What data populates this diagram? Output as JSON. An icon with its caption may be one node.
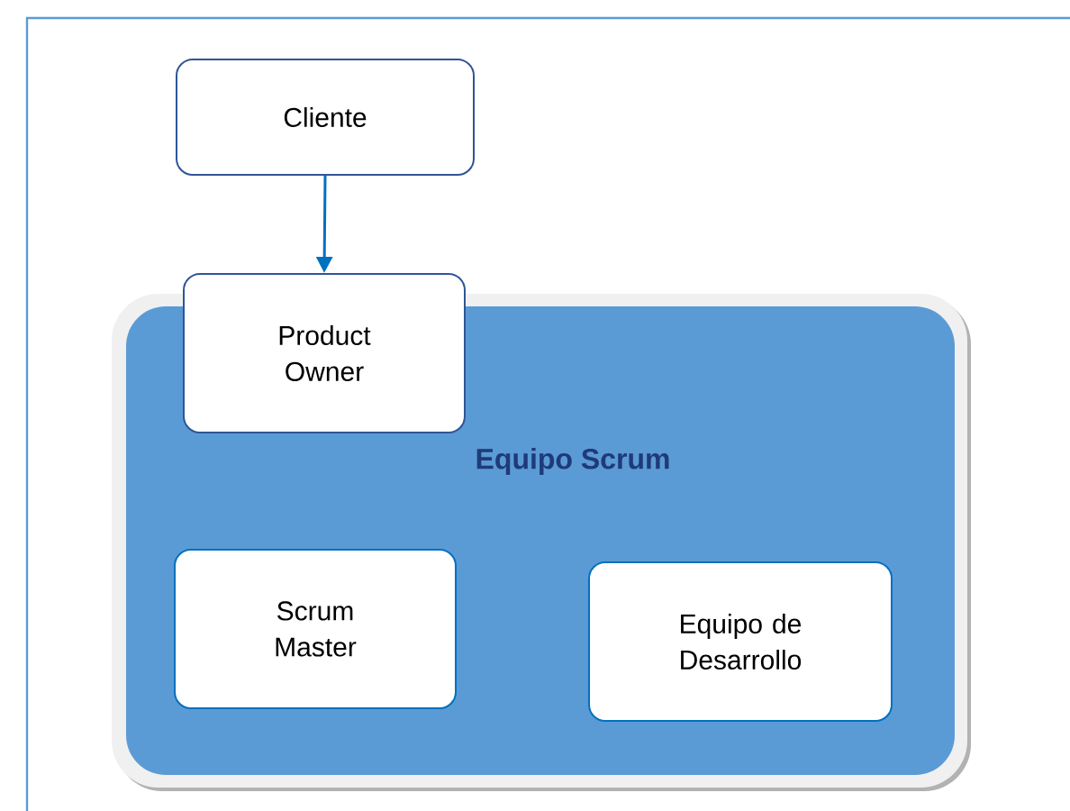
{
  "diagram": {
    "nodes": [
      {
        "text": [
          "Cliente"
        ]
      },
      {
        "text": [
          "Product Owner"
        ]
      },
      {
        "text": [
          "Equipo Scrum"
        ]
      },
      {
        "text": [
          "Scrum Master"
        ],
        "in": 2
      },
      {
        "text": [
          "Equipo de Desarrollo"
        ],
        "in": 2
      }
    ],
    "edges": [
      {
        "from": 0,
        "to": 1,
        "arrow": "to"
      }
    ]
  }
}
